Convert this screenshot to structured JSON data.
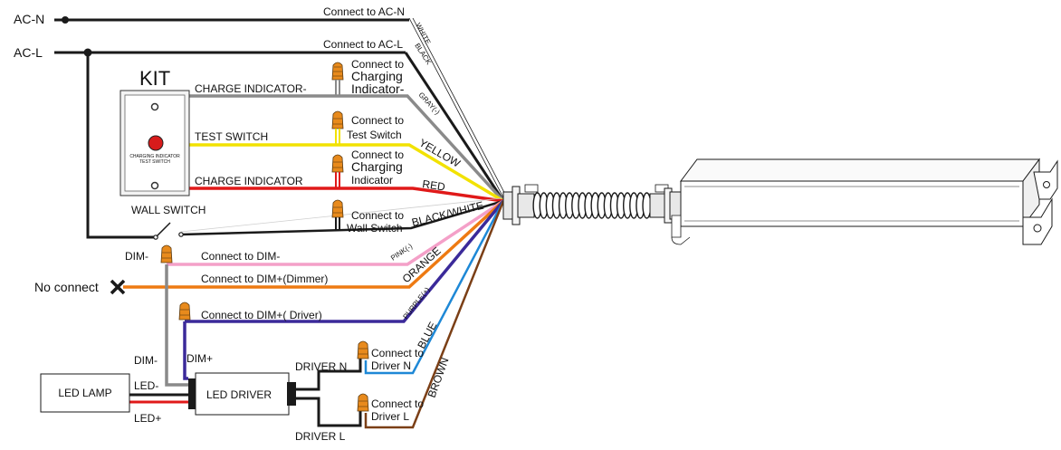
{
  "colors": {
    "black": "#1a1a1a",
    "white_wire": "#cfcfcf",
    "gray": "#8a8a8a",
    "yellow": "#f2e200",
    "red": "#e01919",
    "pink": "#f4a0c8",
    "orange": "#ee7a12",
    "purple": "#3b2a9a",
    "blue": "#1e88d6",
    "brown": "#7b3f16",
    "nut": "#e88a1c"
  },
  "labels": {
    "ac_n": "AC-N",
    "ac_l": "AC-L",
    "kit": "KIT",
    "kit_face_line1": "CHARGING INDICATOR",
    "kit_face_line2": "TEST SWITCH",
    "charge_indicator_neg": "CHARGE INDICATOR-",
    "test_switch": "TEST SWITCH",
    "charge_indicator": "CHARGE INDICATOR",
    "wall_switch": "WALL SWITCH",
    "dim_minus": "DIM-",
    "no_connect": "No connect",
    "connect_ac_n": "Connect to  AC-N",
    "connect_ac_l": "Connect to  AC-L",
    "connect_charging_neg_1": "Connect to",
    "connect_charging_neg_2": "Charging",
    "connect_charging_neg_3": "Indicator-",
    "connect_test_1": "Connect to",
    "connect_test_2": "Test Switch",
    "connect_charging_1": "Connect to",
    "connect_charging_2": "Charging",
    "connect_charging_3": "Indicator",
    "connect_wall_1": "Connect to",
    "connect_wall_2": "Wall Switch",
    "connect_dim_minus": "Connect to DIM-",
    "connect_dim_plus_dimmer": "Connect to DIM+(Dimmer)",
    "connect_dim_plus_driver": "Connect to DIM+( Driver)",
    "dim_minus_left": "DIM-",
    "dim_plus": "DIM+",
    "led_minus": "LED-",
    "led_plus": "LED+",
    "led_lamp": "LED  LAMP",
    "led_driver": "LED  DRIVER",
    "driver_n": "DRIVER N",
    "driver_l": "DRIVER L",
    "connect_driver_n_1": "Connect to",
    "connect_driver_n_2": "Driver N",
    "connect_driver_l_1": "Connect to",
    "connect_driver_l_2": "Driver L"
  },
  "wire_colors": {
    "white": "WHITE",
    "black": "BLACK",
    "gray": "GRAY(-)",
    "yellow": "YELLOW",
    "red": "RED",
    "black_white": "BLACK/WHITE",
    "pink": "PINK(-)",
    "orange": "ORANGE",
    "purple": "PURPLE(+)",
    "blue": "BLUE",
    "brown": "BROWN"
  }
}
